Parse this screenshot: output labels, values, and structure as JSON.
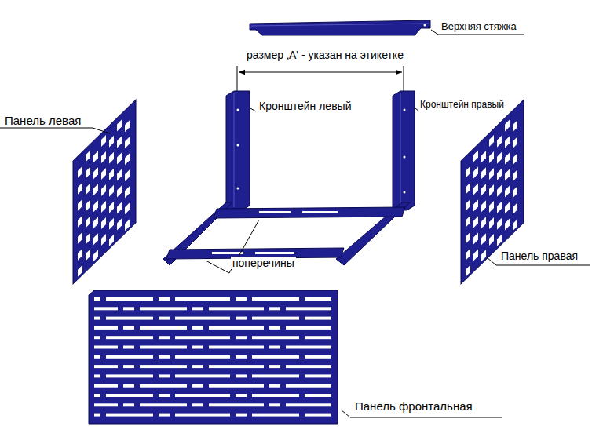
{
  "diagram": {
    "labels": [
      "Верхняя стяжка",
      "размер ‚А' - указан на этикетке",
      "Кронштейн левый",
      "Кронштейн правый",
      "Панель левая",
      "поперечины",
      "Панель правая",
      "Панель фронтальная"
    ]
  }
}
